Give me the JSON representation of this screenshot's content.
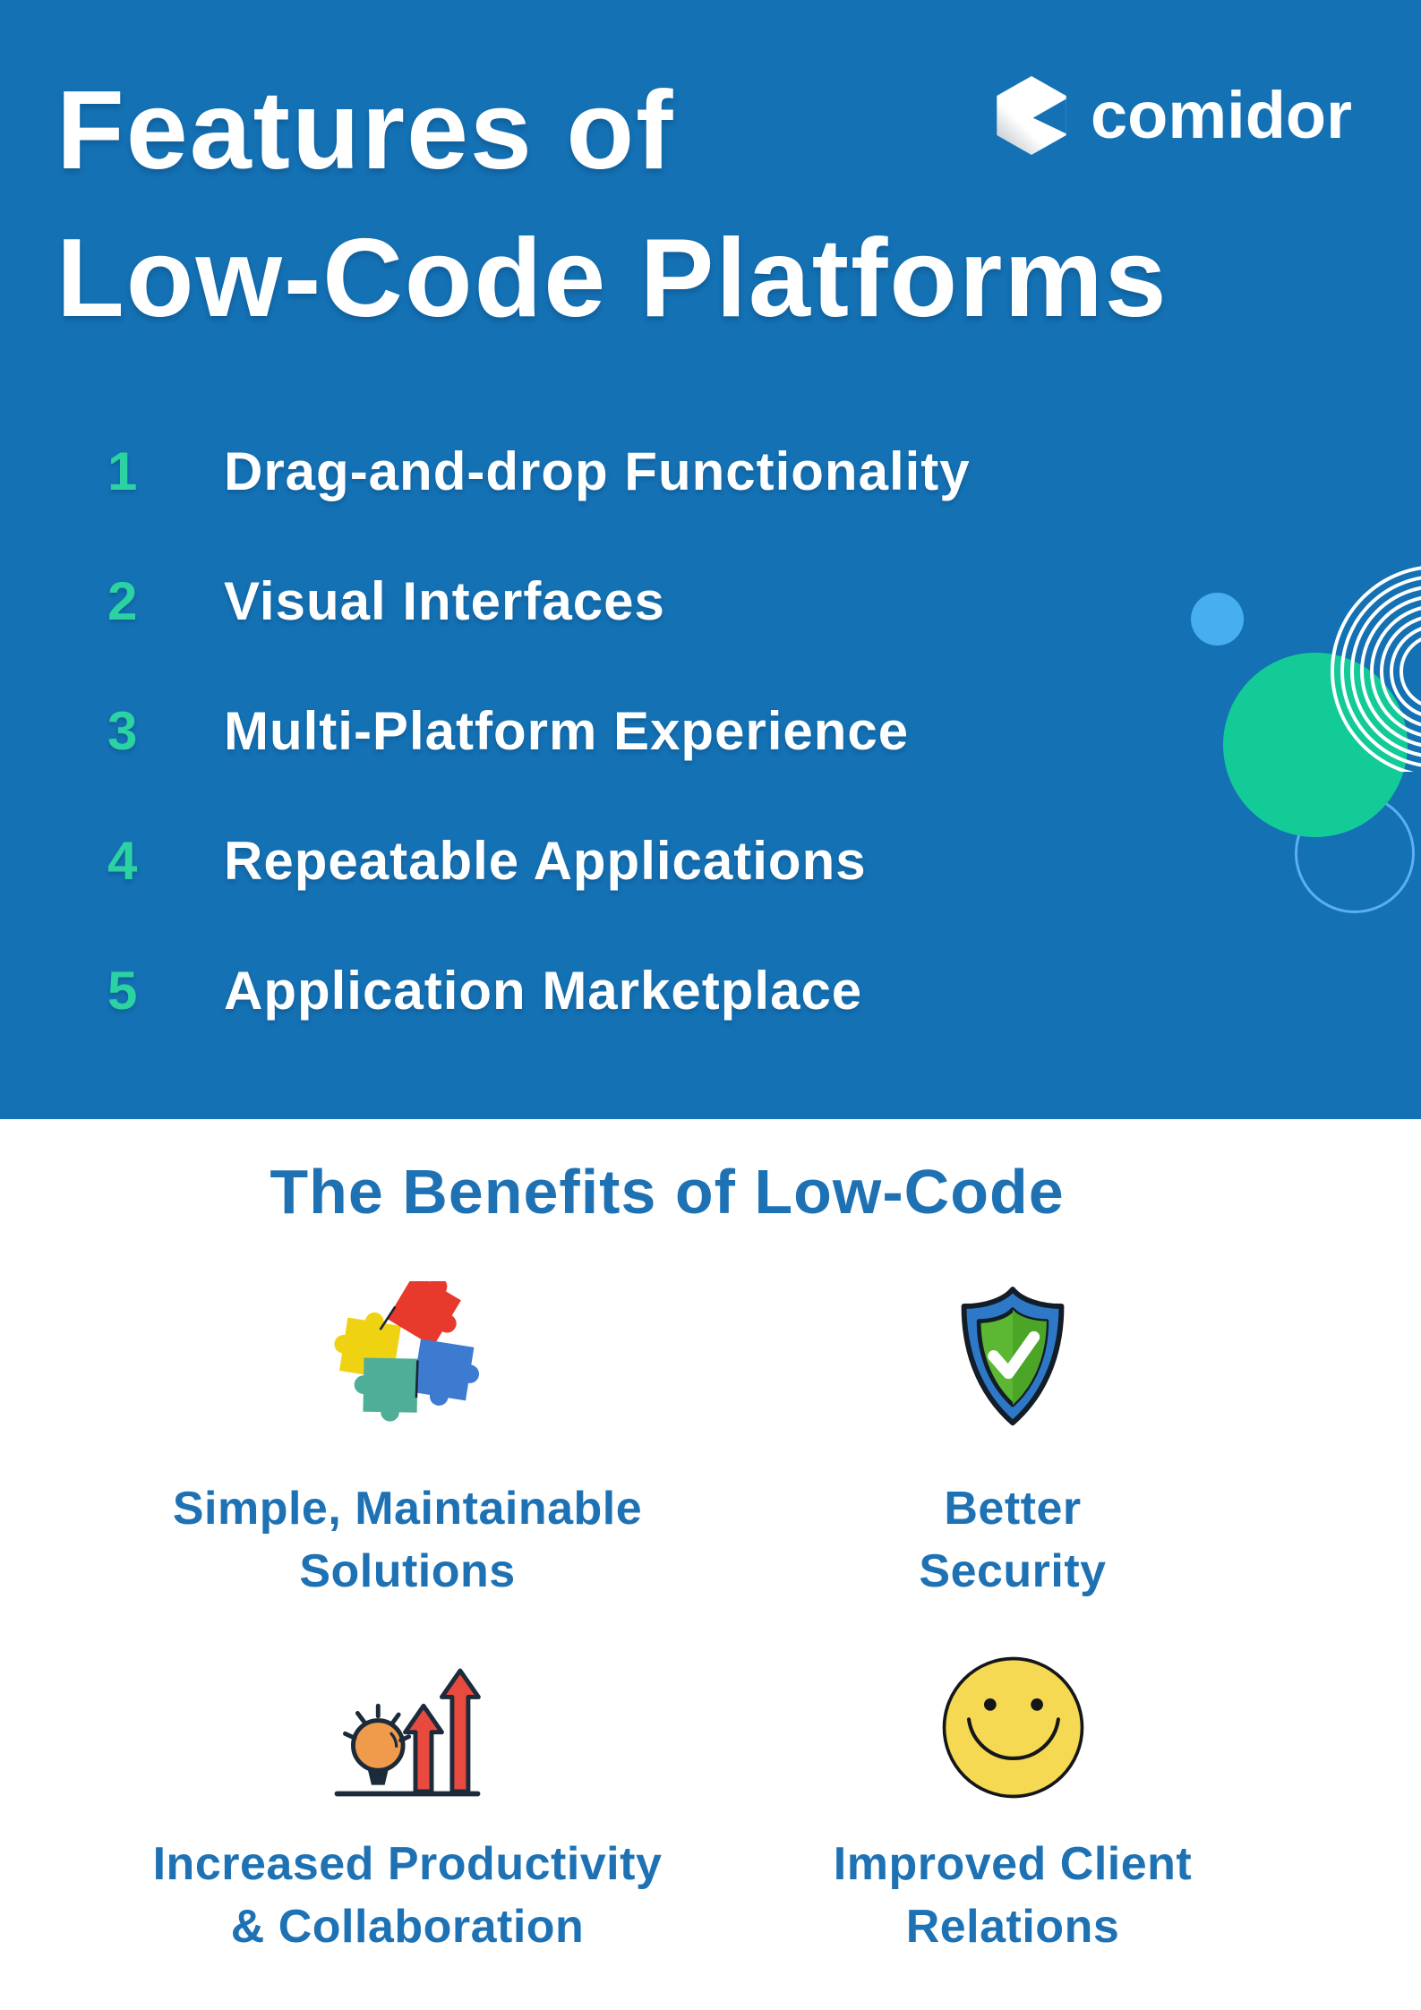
{
  "palette": {
    "hero-bg": "#1471B4",
    "accent-green": "#2CD3A2",
    "circle-green": "#13CB97",
    "circle-blue": "#47AFF0",
    "circle-outline": "#5AB0F0",
    "text-blue": "#1E72B4",
    "white": "#FFFFFF"
  },
  "hero": {
    "logo": {
      "wordmark": "comidor"
    },
    "title": "Features of\nLow-Code Platforms",
    "features": [
      {
        "number": "1",
        "label": "Drag-and-drop Functionality"
      },
      {
        "number": "2",
        "label": "Visual Interfaces"
      },
      {
        "number": "3",
        "label": "Multi-Platform Experience"
      },
      {
        "number": "4",
        "label": "Repeatable Applications"
      },
      {
        "number": "5",
        "label": "Application Marketplace"
      }
    ]
  },
  "benefits": {
    "heading": "The Benefits of Low-Code",
    "items": [
      {
        "icon": "puzzle-icon",
        "label": "Simple, Maintainable\nSolutions"
      },
      {
        "icon": "shield-check-icon",
        "label": "Better\nSecurity"
      },
      {
        "icon": "productivity-growth-icon",
        "label": "Increased Productivity\n& Collaboration"
      },
      {
        "icon": "smiley-face-icon",
        "label": "Improved Client\nRelations"
      }
    ]
  }
}
